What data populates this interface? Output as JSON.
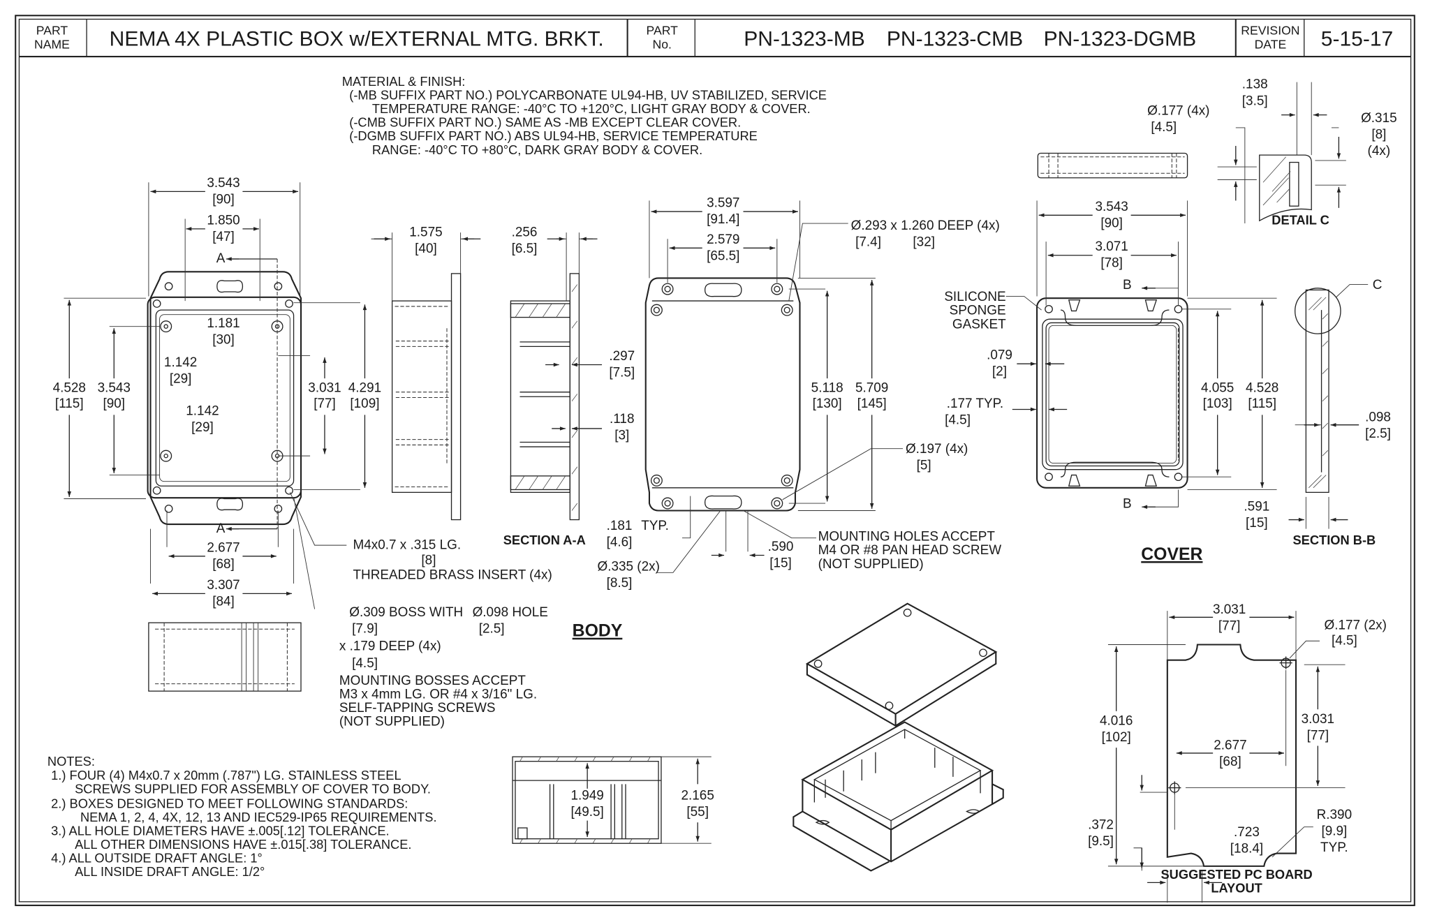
{
  "title_block": {
    "part_name_label": [
      "PART",
      "NAME"
    ],
    "part_name": "NEMA 4X PLASTIC BOX w/EXTERNAL MTG. BRKT.",
    "part_no_label": [
      "PART",
      "No."
    ],
    "part_numbers": [
      "PN-1323-MB",
      "PN-1323-CMB",
      "PN-1323-DGMB"
    ],
    "revision_label": [
      "REVISION",
      "DATE"
    ],
    "revision_date": "5-15-17"
  },
  "material": [
    "MATERIAL & FINISH:",
    "(-MB SUFFIX PART NO.) POLYCARBONATE UL94-HB, UV STABILIZED, SERVICE",
    "TEMPERATURE RANGE: -40°C TO +120°C, LIGHT GRAY BODY & COVER.",
    "(-CMB SUFFIX PART NO.) SAME AS -MB EXCEPT CLEAR COVER.",
    "(-DGMB SUFFIX PART NO.) ABS UL94-HB, SERVICE TEMPERATURE",
    "RANGE: -40°C TO +80°C, DARK GRAY BODY & COVER."
  ],
  "notes": [
    "NOTES:",
    "1.) FOUR (4) M4x0.7 x 20mm (.787\") LG. STAINLESS STEEL",
    "SCREWS SUPPLIED FOR ASSEMBLY OF COVER TO BODY.",
    "2.) BOXES DESIGNED TO MEET FOLLOWING STANDARDS:",
    "NEMA 1, 2, 4, 4X, 12, 13 AND IEC529-IP65 REQUIREMENTS.",
    "3.) ALL HOLE DIAMETERS HAVE ±.005[.12] TOLERANCE.",
    "ALL OTHER DIMENSIONS HAVE ±.015[.38] TOLERANCE.",
    "4.) ALL OUTSIDE DRAFT ANGLE: 1°",
    "ALL INSIDE DRAFT ANGLE: 1/2°"
  ],
  "body": {
    "title": "BODY",
    "section_label": "SECTION A-A",
    "section_marker": "A",
    "dims": {
      "width_outer": [
        "3.543",
        "[90]"
      ],
      "slot_spacing": [
        "1.850",
        "[47]"
      ],
      "boss_x": [
        "1.181",
        "[30]"
      ],
      "rib_1": [
        "1.142",
        "[29]"
      ],
      "rib_2": [
        "1.142",
        "[29]"
      ],
      "height_outer": [
        "4.528",
        "[115]"
      ],
      "height_inner": [
        "3.543",
        "[90]"
      ],
      "boss_y": [
        "3.031",
        "[77]"
      ],
      "height_mid": [
        "4.291",
        "[109]"
      ],
      "boss_span": [
        "2.677",
        "[68]"
      ],
      "flange_width": [
        "3.307",
        "[84]"
      ],
      "depth": [
        "1.575",
        "[40]"
      ],
      "flange_thk": [
        ".256",
        "[6.5]"
      ],
      "wall_1": [
        ".297",
        "[7.5]"
      ],
      "wall_2": [
        ".118",
        "[3]"
      ],
      "bottom_width": [
        "3.597",
        "[91.4]"
      ],
      "bottom_holes": [
        "2.579",
        "[65.5]"
      ],
      "bottom_inner_h": [
        "5.118",
        "[130]"
      ],
      "bottom_outer_h": [
        "5.709",
        "[145]"
      ],
      "slot_w": [
        ".181",
        "TYP.",
        "[4.6]"
      ],
      "slot_d": [
        "Ø.335 (2x)",
        "[8.5]"
      ],
      "slot_offset": [
        ".590",
        "[15]"
      ],
      "inner_depth": [
        "1.949",
        "[49.5]"
      ],
      "outer_depth": [
        "2.165",
        "[55]"
      ]
    },
    "callouts": {
      "insert": [
        "M4x0.7 x .315 LG.",
        "[8]",
        "THREADED BRASS INSERT (4x)"
      ],
      "boss": [
        "Ø.309 BOSS WITH",
        "Ø.098 HOLE",
        "[7.9]",
        "[2.5]",
        "x .179  DEEP (4x)",
        "[4.5]",
        "MOUNTING BOSSES ACCEPT",
        "M3 x 4mm LG. OR #4 x 3/16\" LG.",
        "SELF-TAPPING SCREWS",
        "(NOT SUPPLIED)"
      ],
      "deep_holes": [
        "Ø.293 x 1.260 DEEP (4x)",
        "[7.4]",
        "[32]"
      ],
      "small_holes": [
        "Ø.197 (4x)",
        "[5]"
      ],
      "mounting": [
        "MOUNTING HOLES ACCEPT",
        "M4 OR #8 PAN HEAD SCREW",
        "(NOT SUPPLIED)"
      ]
    }
  },
  "cover": {
    "title": "COVER",
    "section_label": "SECTION B-B",
    "section_marker": "B",
    "detail_label": "DETAIL C",
    "detail_marker": "C",
    "gasket": [
      "SILICONE",
      "SPONGE",
      "GASKET"
    ],
    "dims": {
      "hole": [
        "Ø.177 (4x)",
        "[4.5]"
      ],
      "c_138": [
        ".138",
        "[3.5]"
      ],
      "c_315": [
        "Ø.315",
        "[8]",
        "(4x)"
      ],
      "width_outer": [
        "3.543",
        "[90]"
      ],
      "holes_x": [
        "3.071",
        "[78]"
      ],
      "gasket_w": [
        ".079",
        "[2]"
      ],
      "wall": [
        ".177  TYP.",
        "[4.5]"
      ],
      "holes_y": [
        "4.055",
        "[103]"
      ],
      "height": [
        "4.528",
        "[115]"
      ],
      "thk": [
        ".098",
        "[2.5]"
      ],
      "depth": [
        ".591",
        "[15]"
      ]
    }
  },
  "pcb": {
    "title": [
      "SUGGESTED PC BOARD",
      "LAYOUT"
    ],
    "dims": {
      "width": [
        "3.031",
        "[77]"
      ],
      "hole": [
        "Ø.177 (2x)",
        "[4.5]"
      ],
      "height": [
        "4.016",
        "[102]"
      ],
      "holes_y": [
        "3.031",
        "[77]"
      ],
      "holes_x": [
        "2.677",
        "[68]"
      ],
      "edge": [
        ".372",
        "[9.5]"
      ],
      "notch": [
        ".723",
        "[18.4]"
      ],
      "radius": [
        "R.390",
        "[9.9]",
        "TYP."
      ]
    }
  }
}
